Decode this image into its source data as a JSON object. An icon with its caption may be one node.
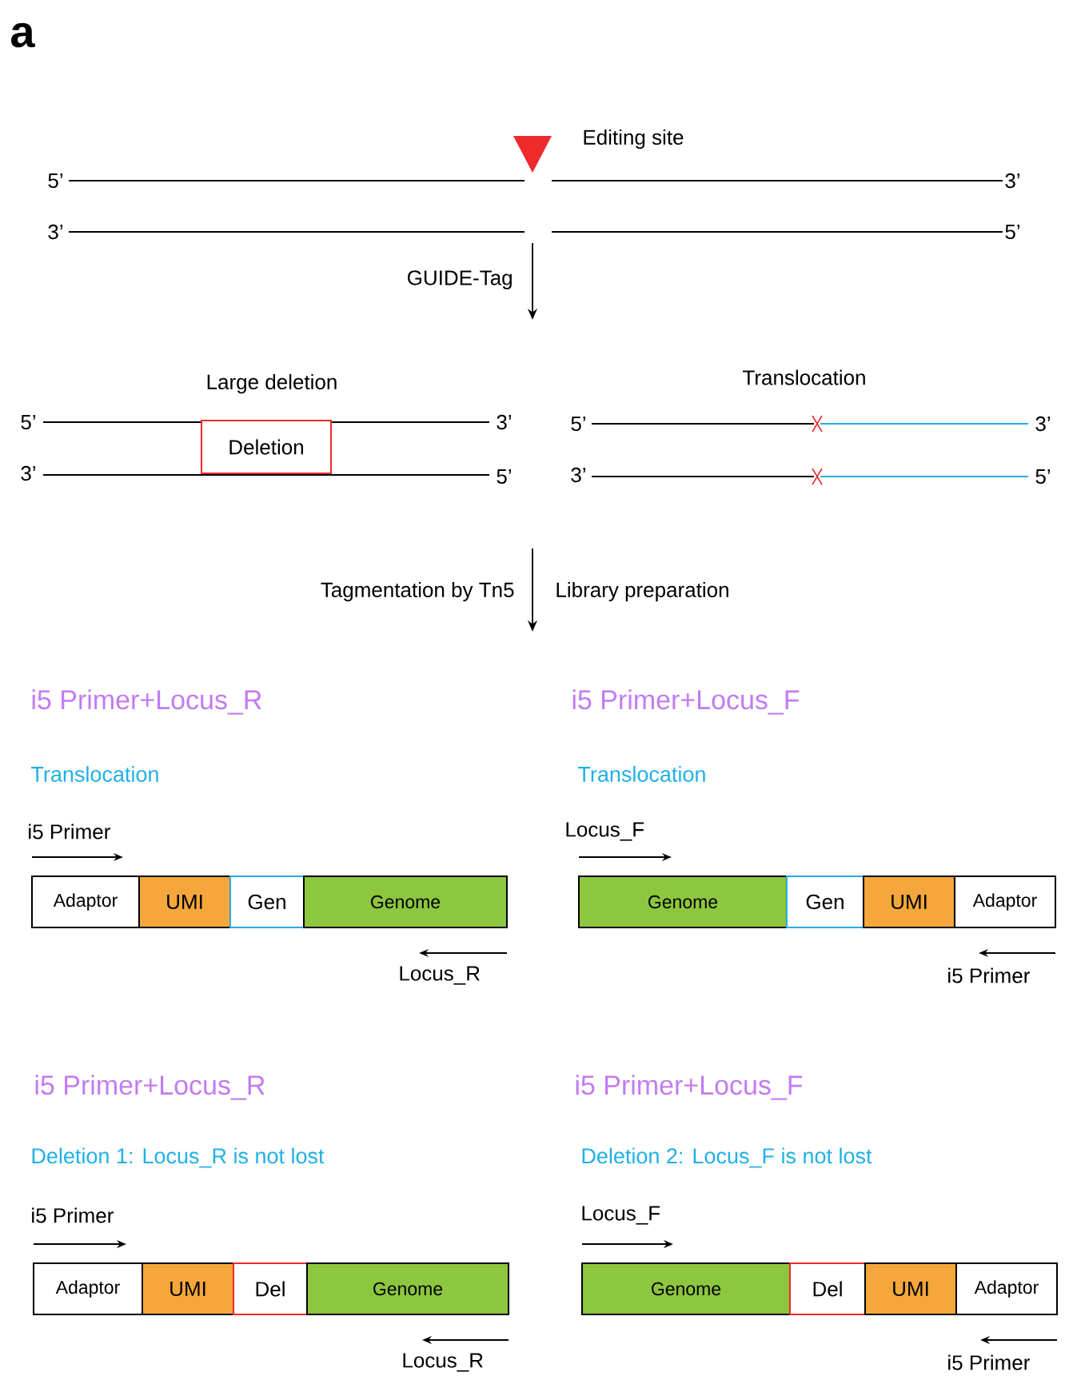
{
  "diagram": {
    "nodes": [
      {
        "text": [
          "Deletion"
        ]
      },
      {
        "text": [
          "Adaptor"
        ]
      },
      {
        "text": [
          "UMI"
        ]
      },
      {
        "text": [
          "Gen"
        ]
      },
      {
        "text": [
          "Genome"
        ]
      },
      {
        "text": [
          "Genome"
        ]
      },
      {
        "text": [
          "Gen"
        ]
      },
      {
        "text": [
          "UMI"
        ]
      },
      {
        "text": [
          "Adaptor"
        ]
      },
      {
        "text": [
          "Adaptor"
        ]
      },
      {
        "text": [
          "UMI"
        ]
      },
      {
        "text": [
          "Del"
        ]
      },
      {
        "text": [
          "Genome"
        ]
      },
      {
        "text": [
          "Genome"
        ]
      },
      {
        "text": [
          "Del"
        ]
      },
      {
        "text": [
          "UMI"
        ]
      },
      {
        "text": [
          "Adaptor"
        ]
      }
    ],
    "labels": [
      "a",
      "Editing site",
      "5’",
      "3’",
      "3’",
      "5’",
      "GUIDE-Tag",
      "Large deletion",
      "Translocation",
      "5’",
      "3’",
      "5’",
      "3’",
      "3’",
      "5’",
      "3’",
      "5’",
      "Tagmentation by Tn5",
      "Library preparation",
      "i5 Primer+Locus_R",
      "i5 Primer+Locus_F",
      "Translocation",
      "Translocation",
      "i5 Primer",
      "Locus_F",
      "Locus_R",
      "i5 Primer",
      "i5 Primer+Locus_R",
      "i5 Primer+Locus_F",
      "Deletion 1: Locus_R is not lost",
      "Deletion 2: Locus_F is not lost",
      "i5 Primer",
      "Locus_F",
      "Locus_R",
      "i5 Primer"
    ]
  }
}
